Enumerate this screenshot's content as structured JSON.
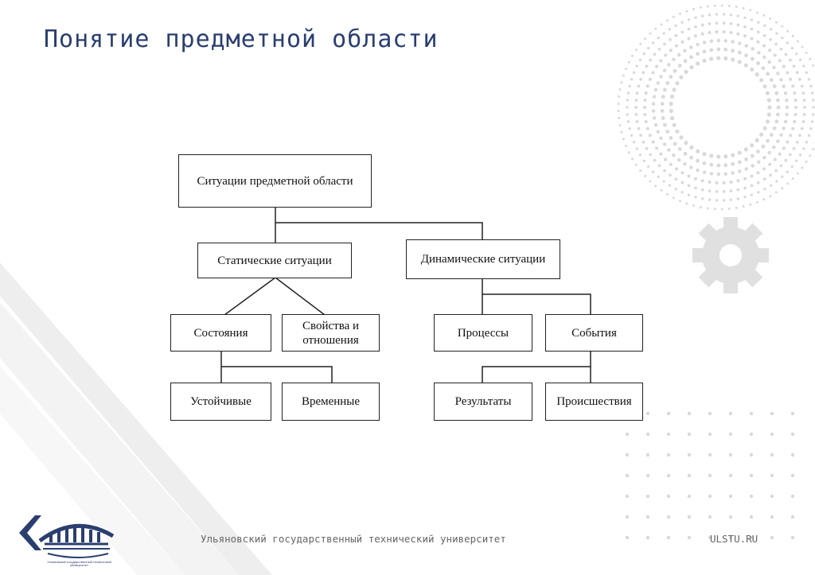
{
  "title": "Понятие предметной области",
  "diagram": {
    "root": "Ситуации предметной области",
    "static": "Статические ситуации",
    "dynamic": "Динамические ситуации",
    "states": "Состояния",
    "properties": "Свойства и\nотношения",
    "processes": "Процессы",
    "events": "События",
    "stable": "Устойчивые",
    "temporary": "Временные",
    "results": "Результаты",
    "incidents": "Происшествия"
  },
  "footer": {
    "university": "Ульяновский государственный технический университет",
    "site": "ULSTU.RU",
    "logo_caption": "Ульяновский государственный технический университет"
  },
  "colors": {
    "title": "#2a3e70",
    "accent": "#2a3e70",
    "decor": "#d9d9d9"
  }
}
